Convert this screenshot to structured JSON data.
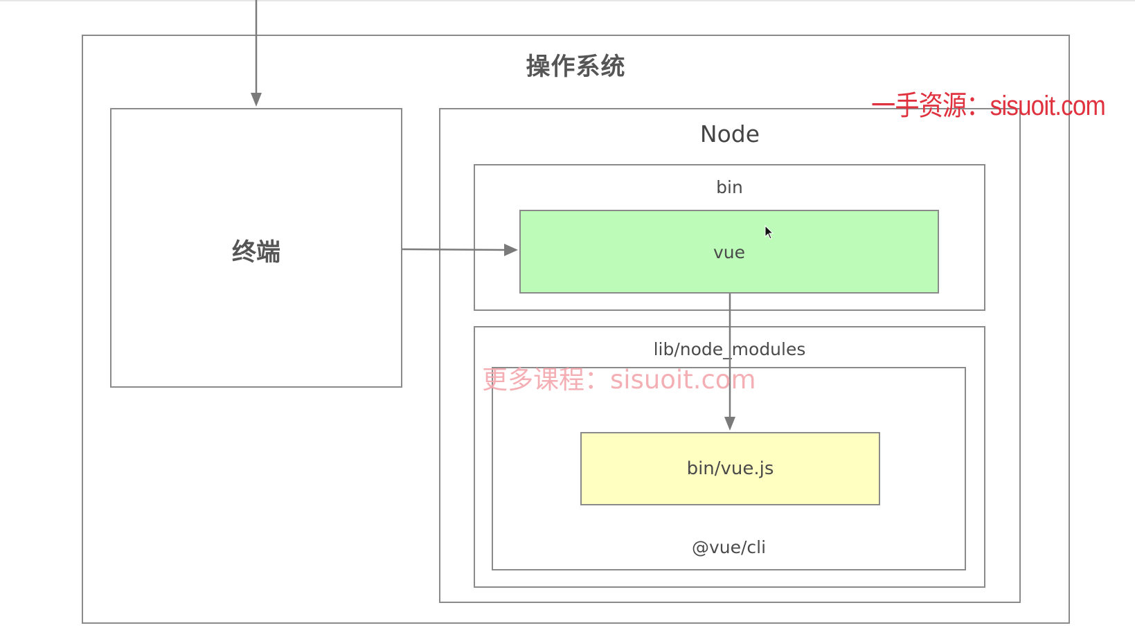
{
  "diagram": {
    "os_title": "操作系统",
    "terminal": {
      "label": "终端"
    },
    "node": {
      "label": "Node",
      "bin": {
        "label": "bin",
        "vue": {
          "label": "vue",
          "fill": "#bdfbb8"
        }
      },
      "lib": {
        "label": "lib/node_modules",
        "package": {
          "label": "@vue/cli",
          "entry": {
            "label": "bin/vue.js",
            "fill": "#ffffc1"
          }
        }
      }
    },
    "edges": [
      {
        "from": "external",
        "to": "终端"
      },
      {
        "from": "终端",
        "to": "vue"
      },
      {
        "from": "vue",
        "to": "bin/vue.js"
      }
    ]
  },
  "watermarks": {
    "top_right": "一手资源：sisuoit.com",
    "center": "更多课程：sisuoit.com"
  },
  "colors": {
    "border": "#8a8a8a",
    "watermark_red": "#e0323e",
    "watermark_pink": "#f3a7ad"
  }
}
